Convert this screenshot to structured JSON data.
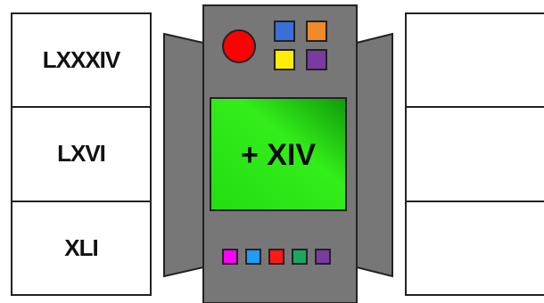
{
  "input_column": {
    "cells": [
      "LXXXIV",
      "LXVI",
      "XLI"
    ]
  },
  "output_column": {
    "cells": [
      "",
      "",
      ""
    ]
  },
  "machine": {
    "display_text": "+ XIV",
    "colors": {
      "body": "#777777",
      "body_outline": "#222222",
      "display": "#22dd11",
      "display_highlight": "#33ff22",
      "big_button": "#ff0000",
      "top_buttons": [
        "#3a6fd8",
        "#f08a2a",
        "#ffee00",
        "#7a3aa0"
      ],
      "bottom_lights": [
        "#ff00ff",
        "#1e9bff",
        "#ff1a1a",
        "#1aa860",
        "#7a3aa0"
      ]
    },
    "icons": {
      "big_button": "round-red-button-icon",
      "top_buttons": [
        "blue-square-button-icon",
        "orange-square-button-icon",
        "yellow-square-button-icon",
        "purple-square-button-icon"
      ],
      "bottom_lights": [
        "magenta-light-icon",
        "blue-light-icon",
        "red-light-icon",
        "green-light-icon",
        "purple-light-icon"
      ]
    }
  }
}
